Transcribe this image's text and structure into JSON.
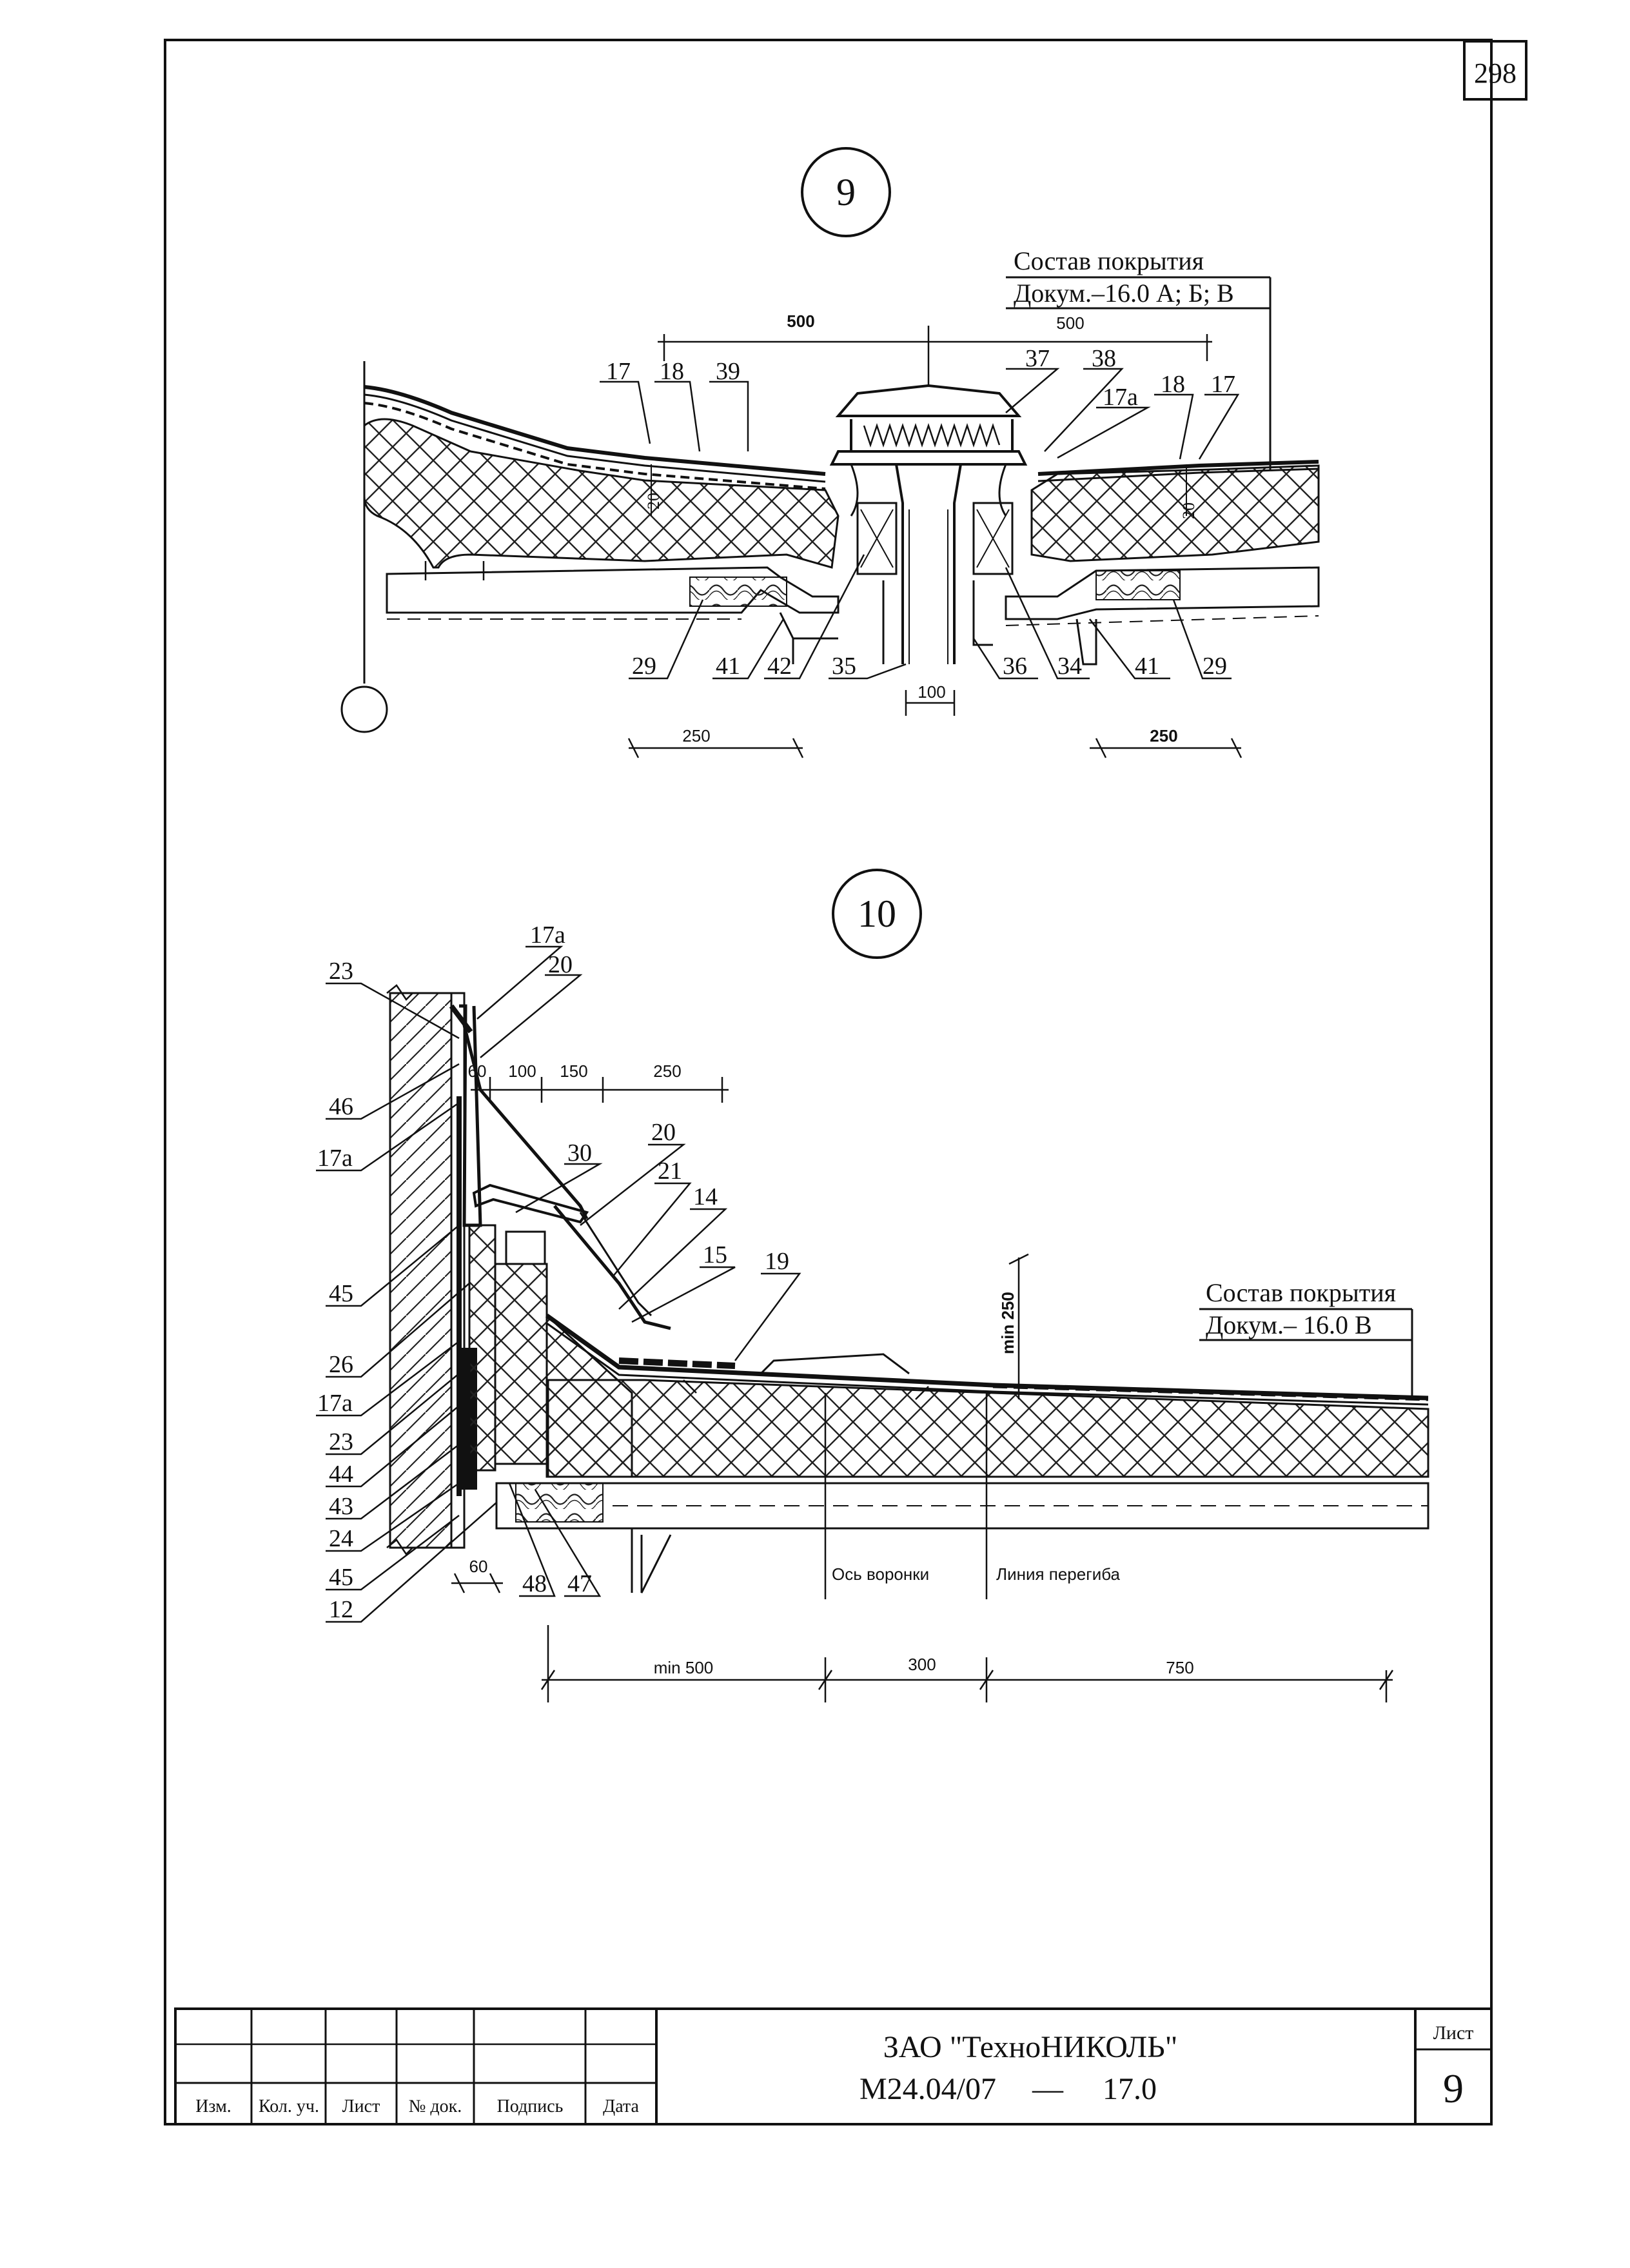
{
  "page_number": "298",
  "detail9": {
    "circle_label": "9",
    "composition_title": "Состав покрытия",
    "composition_doc": "Докум.–16.0 А; Б; В",
    "dimensions": {
      "d500a": "500",
      "d500b": "500",
      "d250a": "250",
      "d250b": "250",
      "d100": "100",
      "d20a": "20",
      "d20b": "20"
    },
    "callouts": {
      "c17l": "17",
      "c18l": "18",
      "c39": "39",
      "c37": "37",
      "c38": "38",
      "c17a": "17а",
      "c18r": "18",
      "c17r": "17",
      "c29l": "29",
      "c41l": "41",
      "c42": "42",
      "c35": "35",
      "c36": "36",
      "c34": "34",
      "c41r": "41",
      "c29r": "29"
    }
  },
  "detail10": {
    "circle_label": "10",
    "composition_title": "Состав покрытия",
    "composition_doc": "Докум.– 16.0 В",
    "dimensions": {
      "d60a": "60",
      "d100": "100",
      "d150": "150",
      "d250": "250",
      "dmin250": "min 250",
      "d60b": "60",
      "dmin500": "min 500",
      "d300": "300",
      "d750": "750"
    },
    "axis_labels": {
      "funnel_axis": "Ось воронки",
      "bend_line": "Линия перегиба"
    },
    "callouts": {
      "c17a_top": "17а",
      "c20_top": "20",
      "c23_top": "23",
      "c46": "46",
      "c17a_2": "17а",
      "c30": "30",
      "c20": "20",
      "c21": "21",
      "c14": "14",
      "c15": "15",
      "c19": "19",
      "c45a": "45",
      "c26": "26",
      "c17a_3": "17а",
      "c23": "23",
      "c44": "44",
      "c43": "43",
      "c24": "24",
      "c45b": "45",
      "c12": "12",
      "c48": "48",
      "c47": "47"
    }
  },
  "title_block": {
    "company": "ЗАО \"ТехноНИКОЛЬ\"",
    "code": "М24.04/07",
    "dash": "—",
    "section": "17.0",
    "sheet_label": "Лист",
    "sheet_number": "9",
    "columns": [
      "Изм.",
      "Кол. уч.",
      "Лист",
      "№ док.",
      "Подпись",
      "Дата"
    ]
  }
}
